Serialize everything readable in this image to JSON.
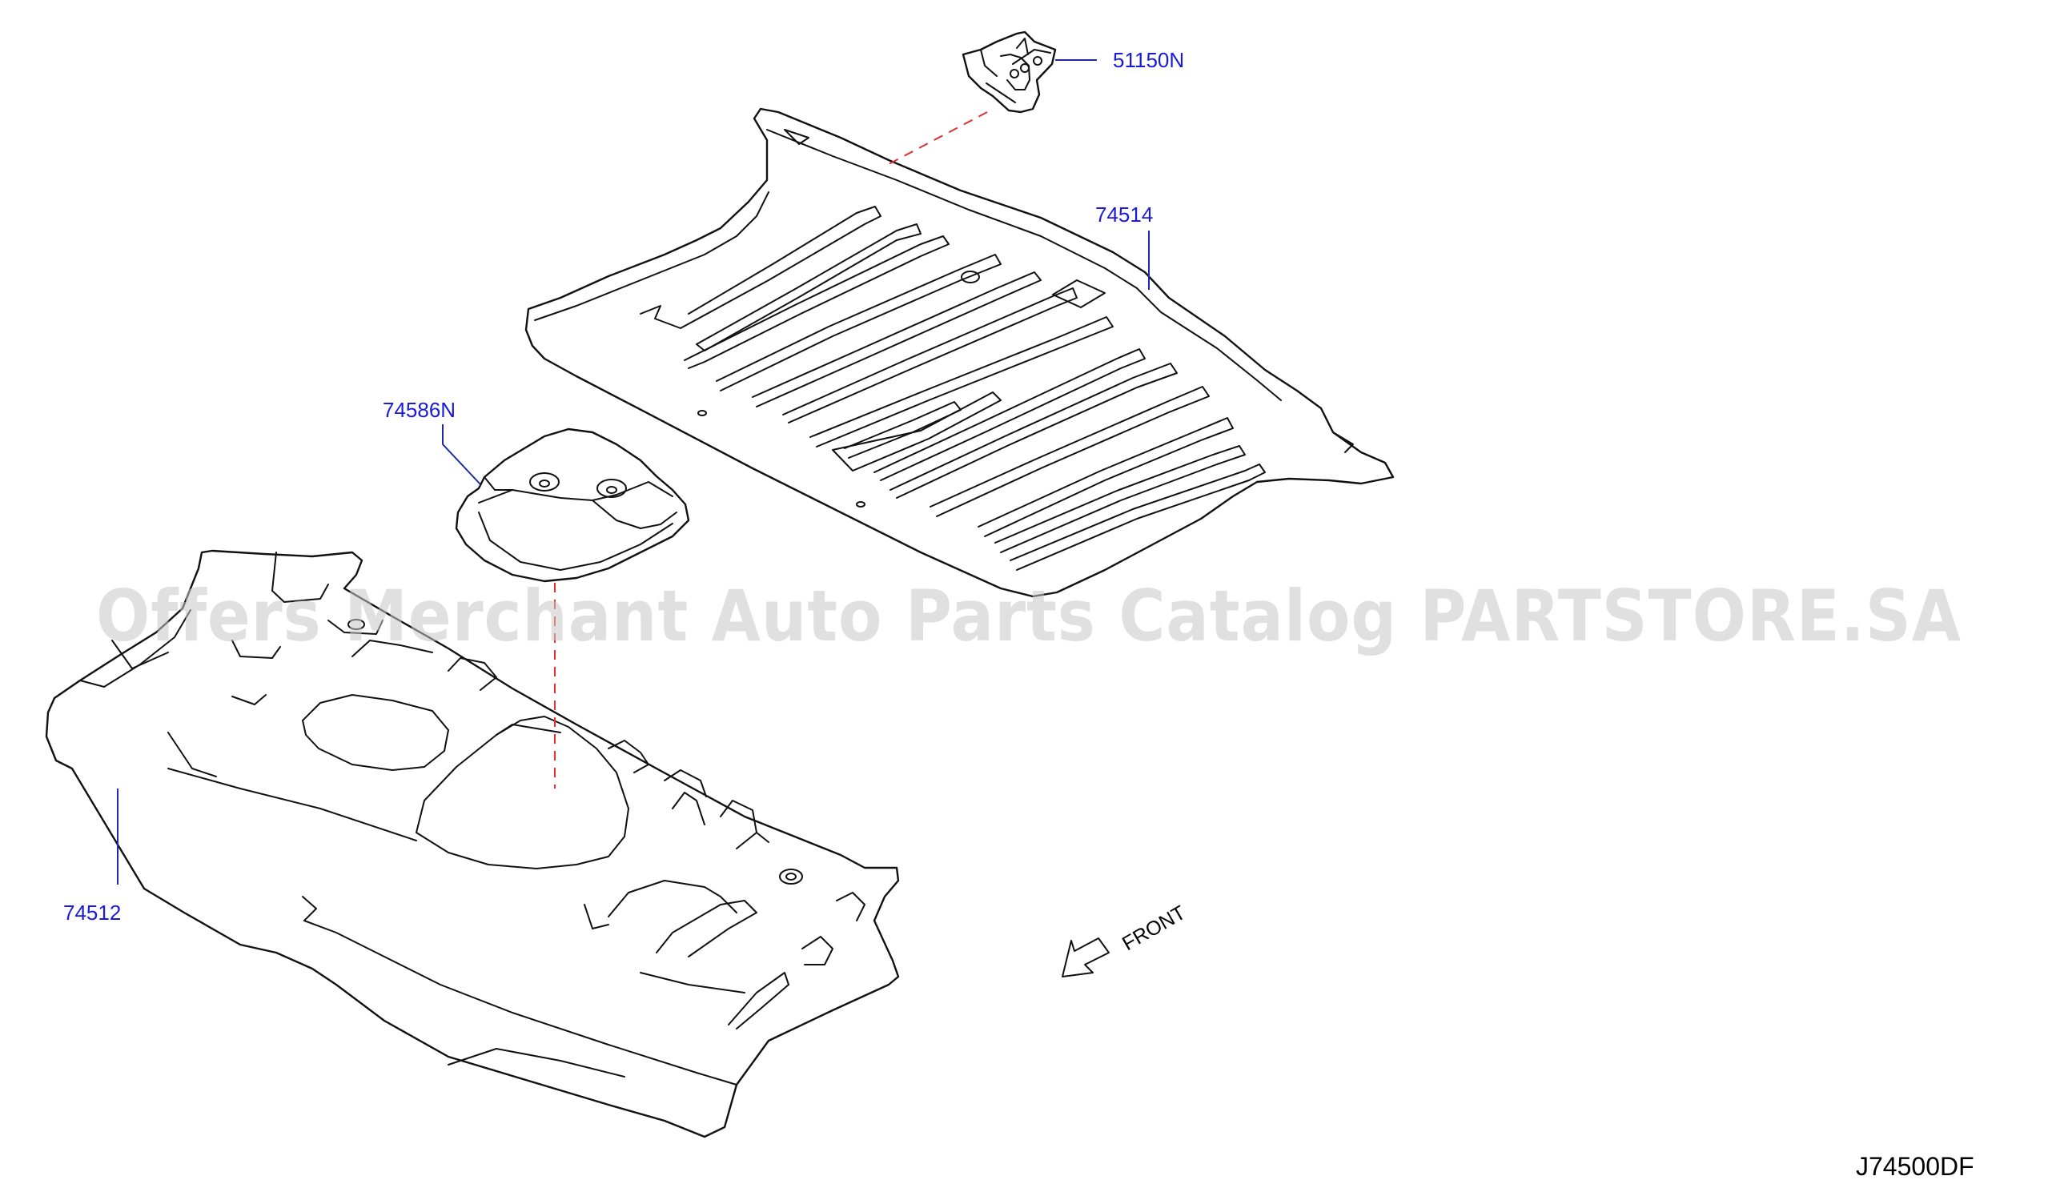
{
  "callouts": {
    "bracket": "51150N",
    "rear_floor_rear": "74514",
    "spare_tire_well_cover": "74586N",
    "rear_floor_front": "74512"
  },
  "direction": {
    "label": "FRONT"
  },
  "diagram_code": "J74500DF",
  "watermark": "Offers Merchant Auto Parts Catalog PARTSTORE.SA",
  "colors": {
    "callout_text": "#1a1adc",
    "leader_line": "#1d2aa8",
    "dashed_reference": "#e03030",
    "line_art": "#111111",
    "watermark": "#c8c8c8"
  }
}
